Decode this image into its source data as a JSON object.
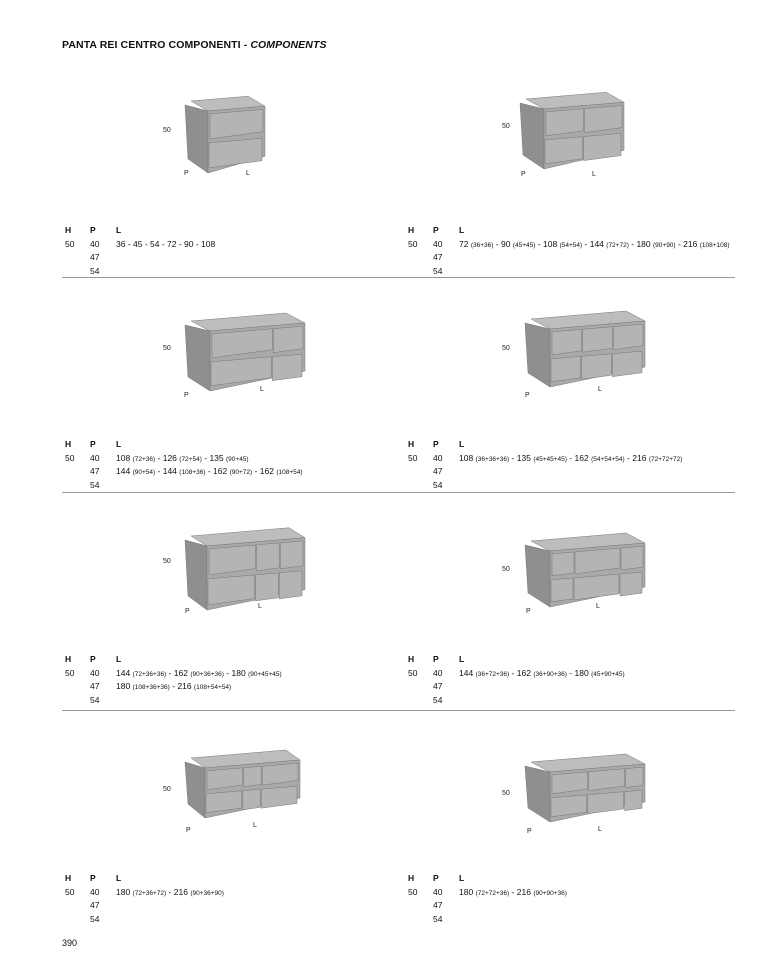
{
  "title": {
    "main": "PANTA REI CENTRO COMPONENTI - ",
    "italic": "COMPONENTS"
  },
  "page_number": "390",
  "headers": {
    "h": "H",
    "p": "P",
    "l": "L"
  },
  "dim_labels": {
    "h": "50",
    "p": "P",
    "l": "L"
  },
  "products": [
    {
      "h": "50",
      "p": [
        "40",
        "47",
        "54"
      ],
      "l": [
        [
          {
            "n": "36 - 45 - 54 - 72 - 90 - 108",
            "s": ""
          }
        ]
      ]
    },
    {
      "h": "50",
      "p": [
        "40",
        "47",
        "54"
      ],
      "l": [
        [
          {
            "n": "72",
            "s": "(36+36)"
          },
          {
            "n": "90",
            "s": "(45+45)"
          },
          {
            "n": "108",
            "s": "(54+54)"
          },
          {
            "n": "144",
            "s": "(72+72)"
          },
          {
            "n": "180",
            "s": "(90+90)"
          },
          {
            "n": "216",
            "s": "(108+108)"
          }
        ]
      ]
    },
    {
      "h": "50",
      "p": [
        "40",
        "47",
        "54"
      ],
      "l": [
        [
          {
            "n": "108",
            "s": "(72+36)"
          },
          {
            "n": "126",
            "s": "(72+54)"
          },
          {
            "n": "135",
            "s": "(90+45)"
          }
        ],
        [
          {
            "n": "144",
            "s": "(90+54)"
          },
          {
            "n": "144",
            "s": "(108+36)"
          },
          {
            "n": "162",
            "s": "(90+72)"
          },
          {
            "n": "162",
            "s": "(108+54)"
          }
        ]
      ]
    },
    {
      "h": "50",
      "p": [
        "40",
        "47",
        "54"
      ],
      "l": [
        [
          {
            "n": "108",
            "s": "(36+36+36)"
          },
          {
            "n": "135",
            "s": "(45+45+45)"
          },
          {
            "n": "162",
            "s": "(54+54+54)"
          },
          {
            "n": "216",
            "s": "(72+72+72)"
          }
        ]
      ]
    },
    {
      "h": "50",
      "p": [
        "40",
        "47",
        "54"
      ],
      "l": [
        [
          {
            "n": "144",
            "s": "(72+36+36)"
          },
          {
            "n": "162",
            "s": "(90+36+36)"
          },
          {
            "n": "180",
            "s": "(90+45+45)"
          }
        ],
        [
          {
            "n": "180",
            "s": "(108+36+36)"
          },
          {
            "n": "216",
            "s": "(108+54+54)"
          }
        ]
      ]
    },
    {
      "h": "50",
      "p": [
        "40",
        "47",
        "54"
      ],
      "l": [
        [
          {
            "n": "144",
            "s": "(36+72+36)"
          },
          {
            "n": "162",
            "s": "(36+90+36)"
          },
          {
            "n": "180",
            "s": "(45+90+45)"
          }
        ]
      ]
    },
    {
      "h": "50",
      "p": [
        "40",
        "47",
        "54"
      ],
      "l": [
        [
          {
            "n": "180",
            "s": "(72+36+72)"
          },
          {
            "n": "216",
            "s": "(90+36+90)"
          }
        ]
      ]
    },
    {
      "h": "50",
      "p": [
        "40",
        "47",
        "54"
      ],
      "l": [
        [
          {
            "n": "180",
            "s": "(72+72+36)"
          },
          {
            "n": "216",
            "s": "(90+90+36)"
          }
        ]
      ]
    }
  ],
  "colors": {
    "cabinet_side": "#8f8f8f",
    "cabinet_front": "#a9a9a9",
    "cabinet_top": "#bdbdbd",
    "drawer": "#b4b4b4",
    "divider": "#999999"
  }
}
